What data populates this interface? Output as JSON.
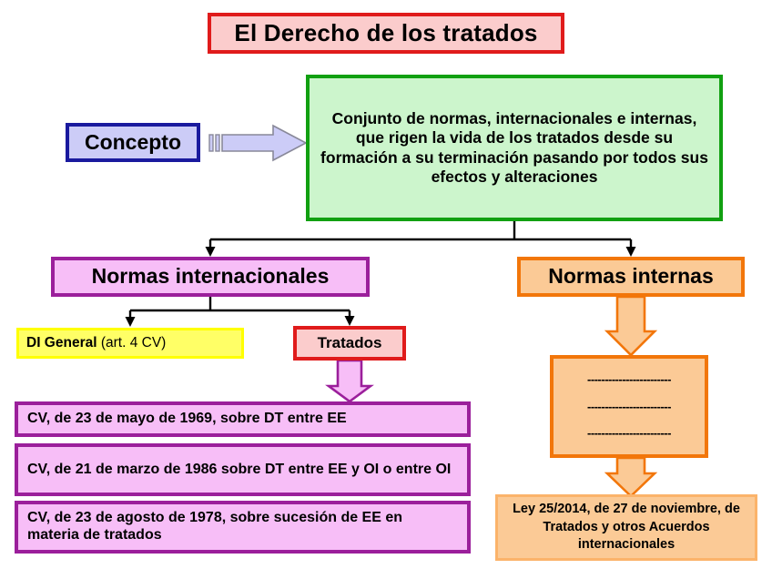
{
  "diagram": {
    "title": "El Derecho de los tratados",
    "nodes": {
      "concepto": "Concepto",
      "definition": "Conjunto de normas, internacionales e internas, que rigen la vida de los tratados desde su formación a su terminación pasando por todos sus efectos y alteraciones",
      "normas_internacionales": "Normas internacionales",
      "normas_internas": "Normas internas",
      "di_general_bold": "DI General",
      "di_general_rest": " (art. 4 CV)",
      "tratados": "Tratados",
      "cv_1969": "CV, de 23 de mayo de 1969, sobre DT entre EE",
      "cv_1986": "CV, de 21 de marzo de 1986 sobre DT entre EE y OI o entre OI",
      "cv_1978": "CV, de 23 de agosto de 1978, sobre sucesión de EE en materia de tratados",
      "ley_25_2014": "Ley 25/2014, de 27 de noviembre, de Tratados y otros Acuerdos internacionales",
      "dashed_lines": [
        "------------------------",
        "------------------------",
        "------------------------"
      ]
    },
    "colors": {
      "title_fill": "#fbcccc",
      "title_border": "#e01b1b",
      "definition_fill": "#ccf5cc",
      "definition_border": "#11a011",
      "concepto_fill": "#ccccf7",
      "concepto_border": "#1a1a9e",
      "purple_fill": "#f7bef7",
      "purple_border": "#9b1f9b",
      "orange_fill": "#fbca96",
      "orange_border": "#f2760a",
      "yellow_fill": "#ffff66",
      "yellow_border": "#ffff00",
      "connector_line": "#000000"
    }
  }
}
